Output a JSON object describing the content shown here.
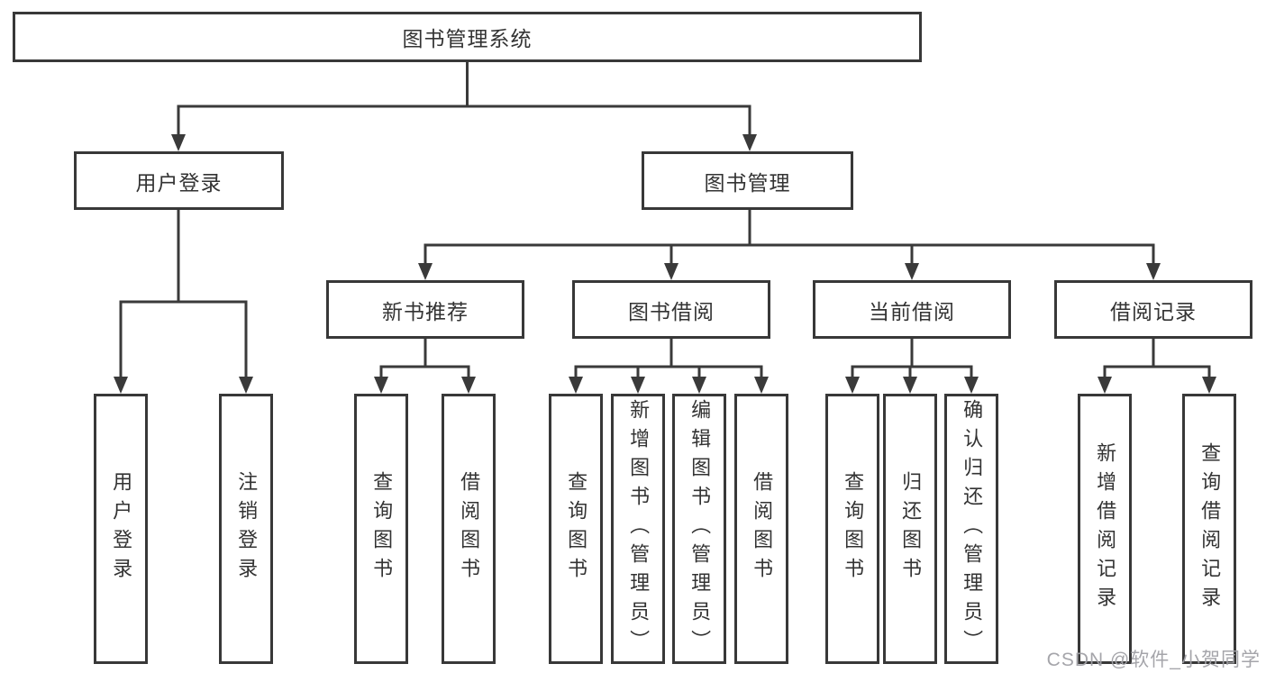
{
  "diagram": {
    "type": "tree",
    "title": "图书管理系统",
    "tree": {
      "label": "图书管理系统",
      "children": [
        {
          "label": "用户登录",
          "children": [
            {
              "label": "用户登录"
            },
            {
              "label": "注销登录"
            }
          ]
        },
        {
          "label": "图书管理",
          "children": [
            {
              "label": "新书推荐",
              "children": [
                {
                  "label": "查询图书"
                },
                {
                  "label": "借阅图书"
                }
              ]
            },
            {
              "label": "图书借阅",
              "children": [
                {
                  "label": "查询图书"
                },
                {
                  "label": "新增图书（管理员）"
                },
                {
                  "label": "编辑图书（管理员）"
                },
                {
                  "label": "借阅图书"
                }
              ]
            },
            {
              "label": "当前借阅",
              "children": [
                {
                  "label": "查询图书"
                },
                {
                  "label": "归还图书"
                },
                {
                  "label": "确认归还（管理员）"
                }
              ]
            },
            {
              "label": "借阅记录",
              "children": [
                {
                  "label": "新增借阅记录"
                },
                {
                  "label": "查询借阅记录"
                }
              ]
            }
          ]
        }
      ]
    },
    "colors": {
      "line": "#3a3a3a",
      "box_border": "#383838",
      "text": "#333333",
      "box_background": "#ffffff",
      "watermark": "#a0a0a5",
      "page_background": "#ffffff"
    }
  },
  "watermark": {
    "text": "CSDN @软件_小贺同学"
  }
}
